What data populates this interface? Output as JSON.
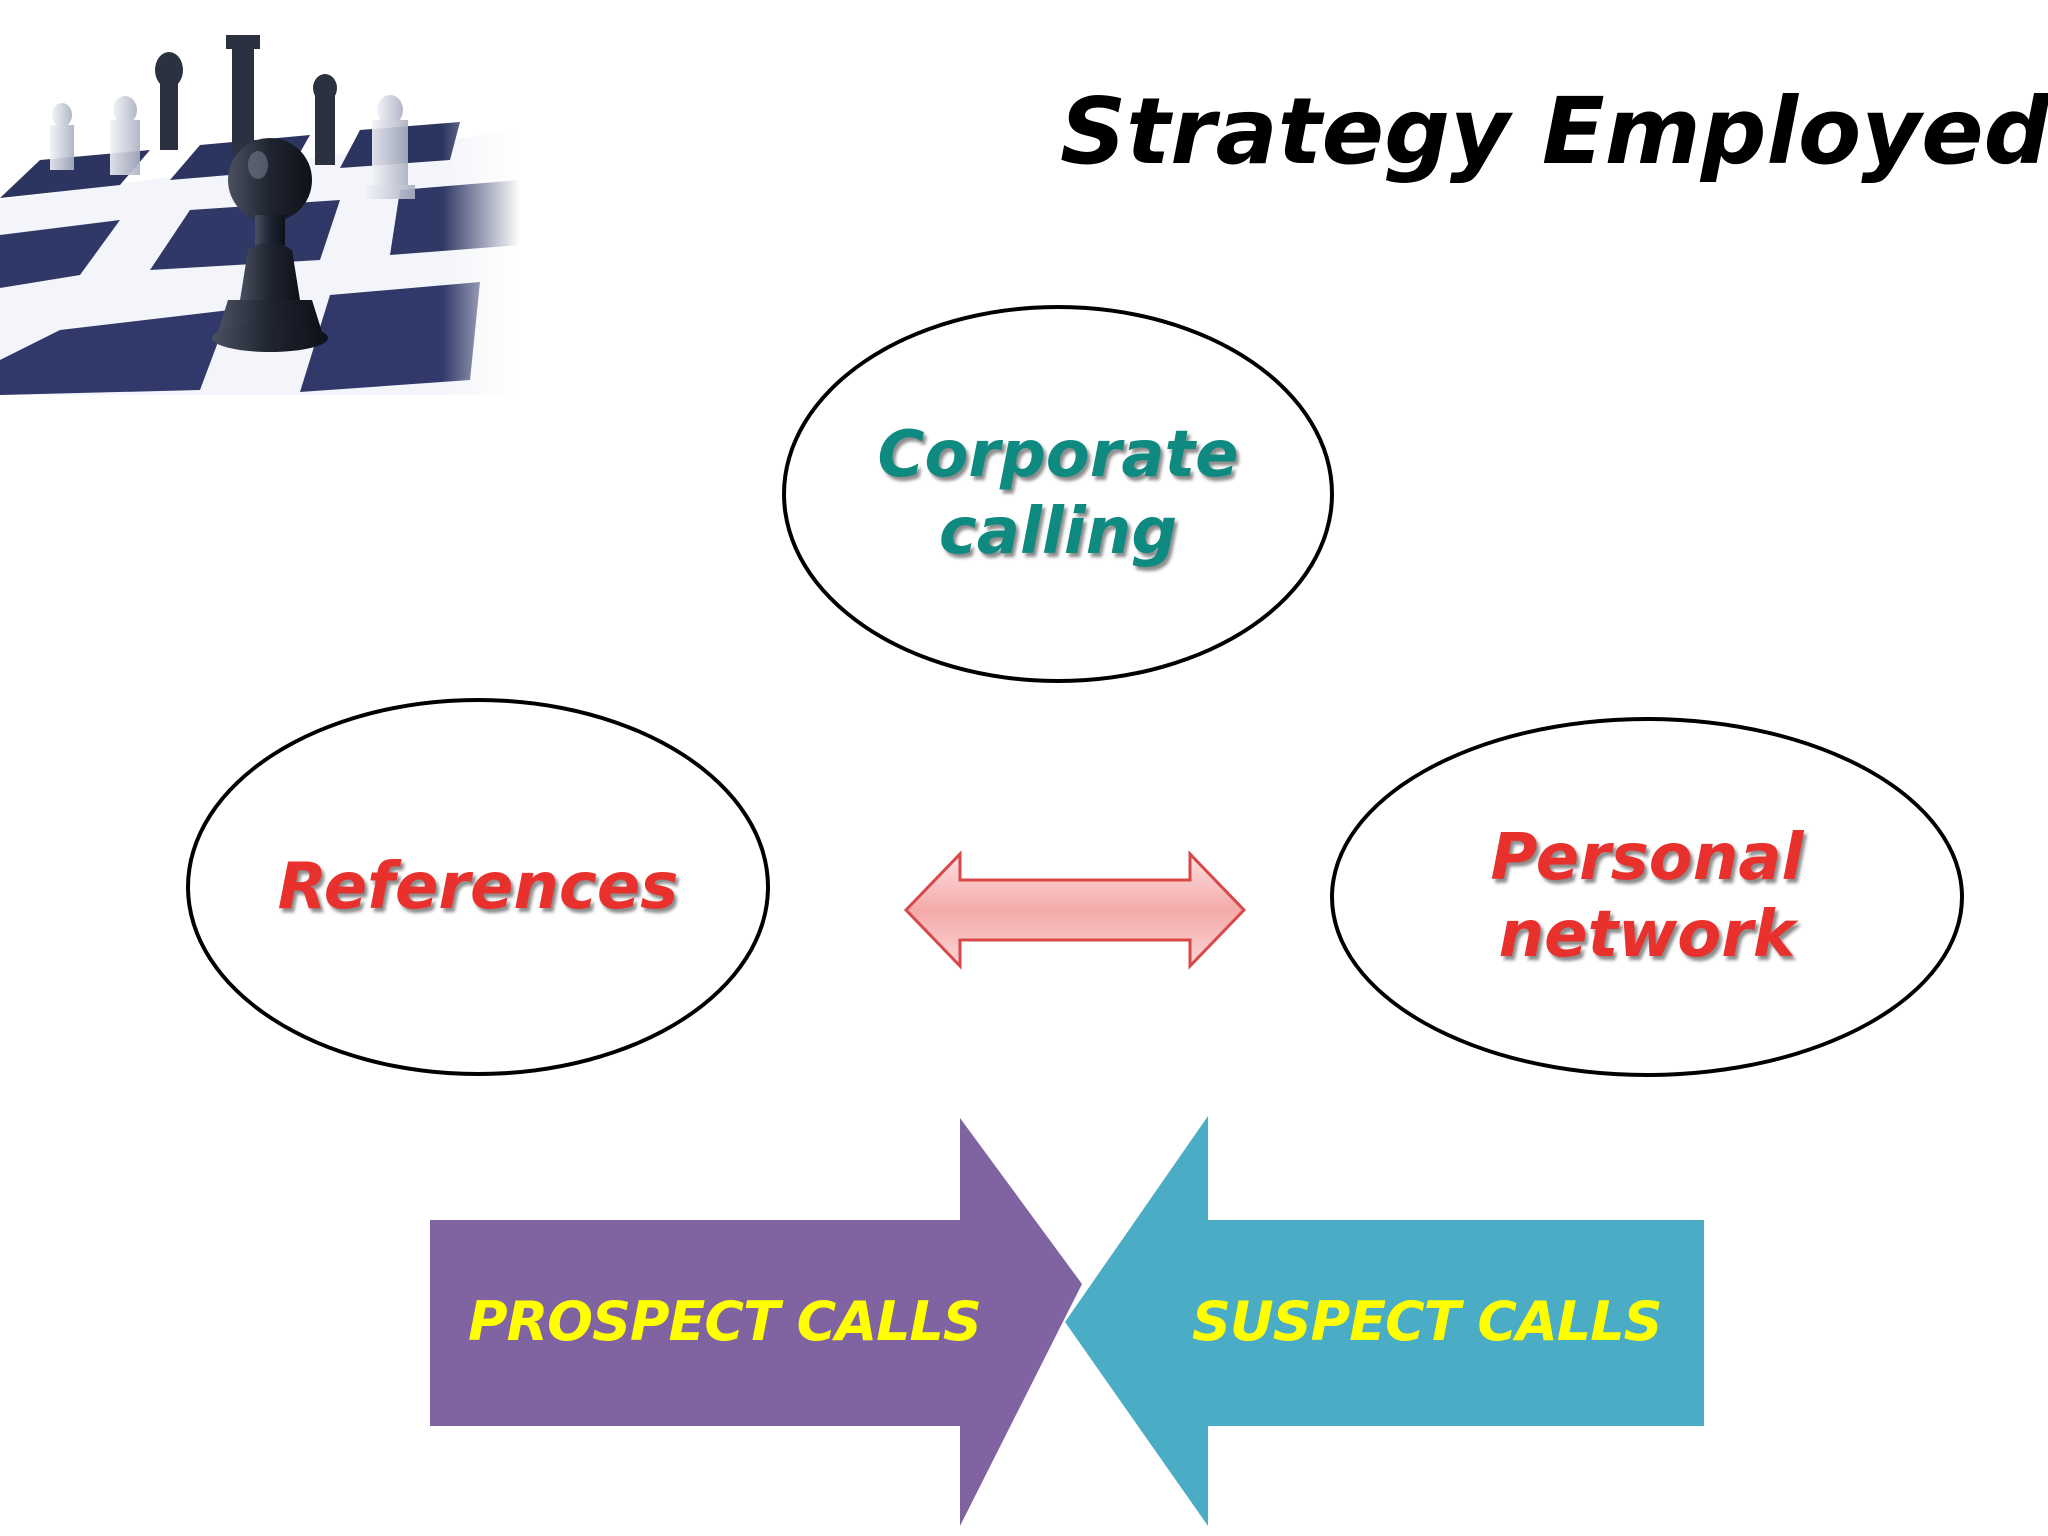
{
  "title": "Strategy Employed",
  "nodes": {
    "top": {
      "label": "Corporate\ncalling"
    },
    "left": {
      "label": "References"
    },
    "right": {
      "label": "Personal\nnetwork"
    }
  },
  "calls": {
    "prospect": "PROSPECT CALLS",
    "suspect": "SUSPECT CALLS"
  },
  "colors": {
    "teal_text": "#0f8a80",
    "red_text": "#e8312d",
    "purple_arrow": "#8064a2",
    "blue_arrow": "#4bacc6",
    "yellow_text": "#ffff00",
    "connector_fill": "#f5b5b5",
    "connector_stroke": "#d84848"
  }
}
